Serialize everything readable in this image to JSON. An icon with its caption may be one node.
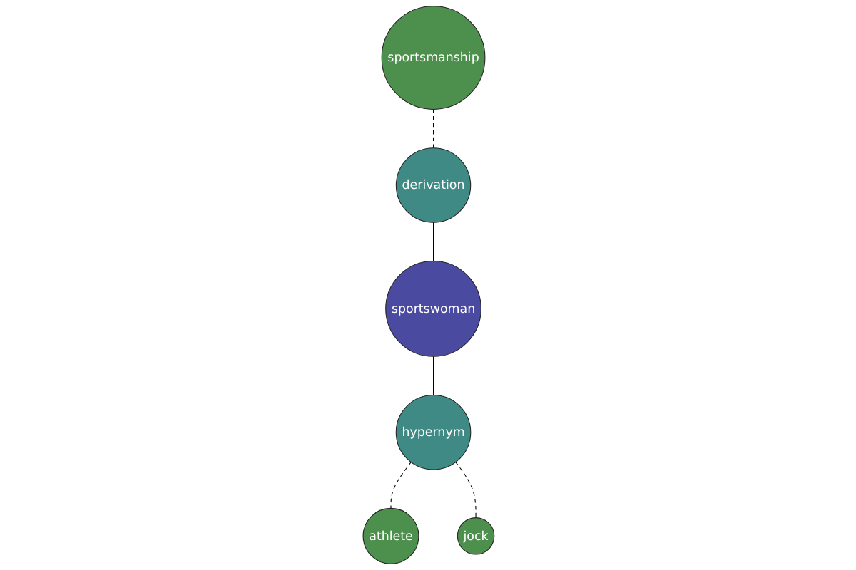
{
  "diagram": {
    "nodes": [
      {
        "text": [
          "sportsmanship"
        ]
      },
      {
        "text": [
          "derivation"
        ]
      },
      {
        "text": [
          "sportswoman"
        ]
      },
      {
        "text": [
          "hypernym"
        ]
      },
      {
        "text": [
          "athlete"
        ]
      },
      {
        "text": [
          "jock"
        ]
      }
    ],
    "edges": [
      {
        "from": 0,
        "to": 1,
        "arrow": "none",
        "style": "dashed"
      },
      {
        "from": 1,
        "to": 2,
        "arrow": "none"
      },
      {
        "from": 2,
        "to": 3,
        "arrow": "none"
      },
      {
        "from": 3,
        "to": 4,
        "arrow": "none",
        "style": "dashed"
      },
      {
        "from": 3,
        "to": 5,
        "arrow": "none",
        "style": "dashed"
      }
    ]
  }
}
